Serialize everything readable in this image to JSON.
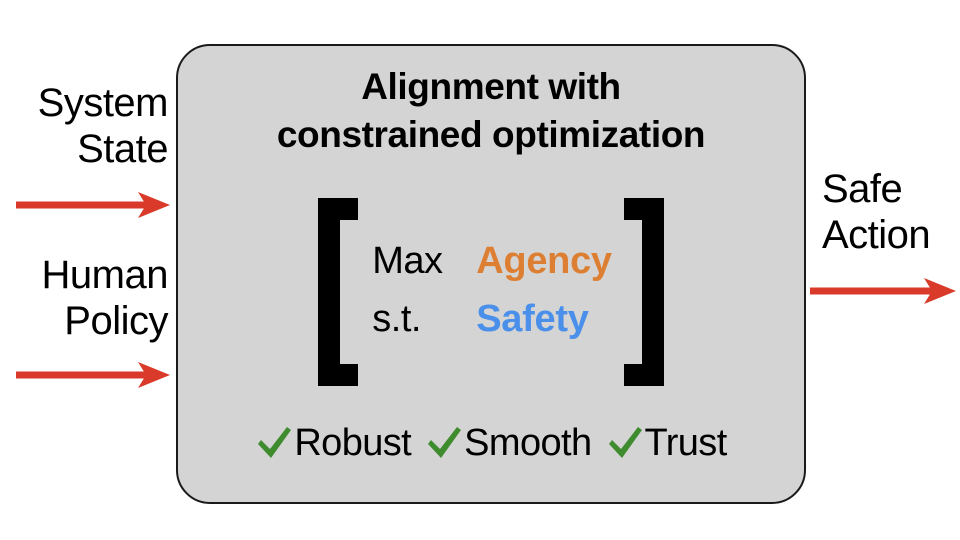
{
  "diagram": {
    "title_lines": [
      "Alignment with",
      "constrained optimization"
    ],
    "inputs": [
      {
        "id": "system-state",
        "label": "System\nState",
        "arrow_icon": "right-arrow-icon"
      },
      {
        "id": "human-policy",
        "label": "Human\nPolicy",
        "arrow_icon": "right-arrow-icon"
      }
    ],
    "outputs": [
      {
        "id": "safe-action",
        "label": "Safe\nAction",
        "arrow_icon": "right-arrow-icon"
      }
    ],
    "optimization": {
      "left_bracket": "[",
      "right_bracket": "]",
      "rows": [
        {
          "operator": "Max",
          "term": "Agency",
          "term_color": "#dd7f33"
        },
        {
          "operator": "s.t.",
          "term": "Safety",
          "term_color": "#4a90ea"
        }
      ]
    },
    "properties": [
      {
        "mark": "checkmark-icon",
        "label": "Robust"
      },
      {
        "mark": "checkmark-icon",
        "label": "Smooth"
      },
      {
        "mark": "checkmark-icon",
        "label": "Trust"
      }
    ],
    "colors": {
      "box_fill": "#d4d4d4",
      "box_border": "#1a1a1a",
      "arrow_red": "#d93a29",
      "agency_orange": "#dd7f33",
      "safety_blue": "#4a90ea",
      "check_green": "#3f8c2f",
      "text_black": "#000000",
      "background": "#ffffff"
    }
  }
}
